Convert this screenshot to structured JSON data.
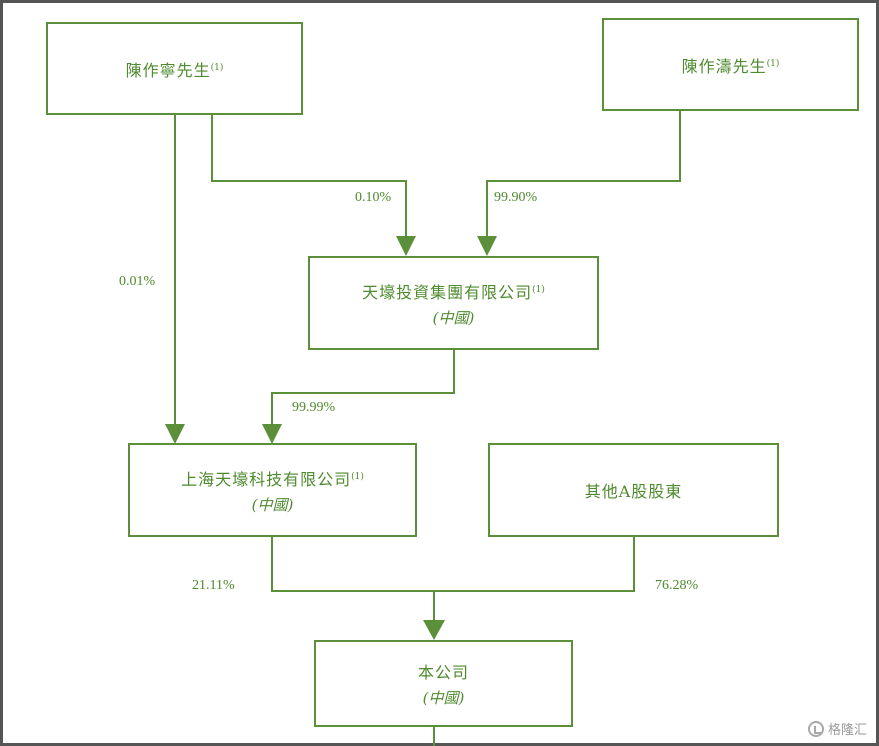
{
  "entities": {
    "chen_zuoning": {
      "name": "陳作寧先生",
      "note": "(1)"
    },
    "chen_zuotao": {
      "name": "陳作濤先生",
      "note": "(1)"
    },
    "tianrang_group": {
      "name": "天壕投資集團有限公司",
      "note": "(1)",
      "sub": "(中國)"
    },
    "shanghai_tianrang": {
      "name": "上海天壕科技有限公司",
      "note": "(1)",
      "sub": "(中國)"
    },
    "other_a_shareholders": {
      "name": "其他A股股東"
    },
    "company": {
      "name": "本公司",
      "sub": "(中國)"
    }
  },
  "percentages": {
    "ning_to_group": "0.10%",
    "tao_to_group": "99.90%",
    "ning_to_shanghai": "0.01%",
    "group_to_shanghai": "99.99%",
    "shanghai_to_company": "21.11%",
    "others_to_company": "76.28%"
  },
  "colors": {
    "line": "#5b8f3a",
    "text": "#4e8a2e",
    "frame": "#555555"
  },
  "watermark": {
    "text": "格隆汇",
    "icon": "gelonghui-logo-icon"
  }
}
